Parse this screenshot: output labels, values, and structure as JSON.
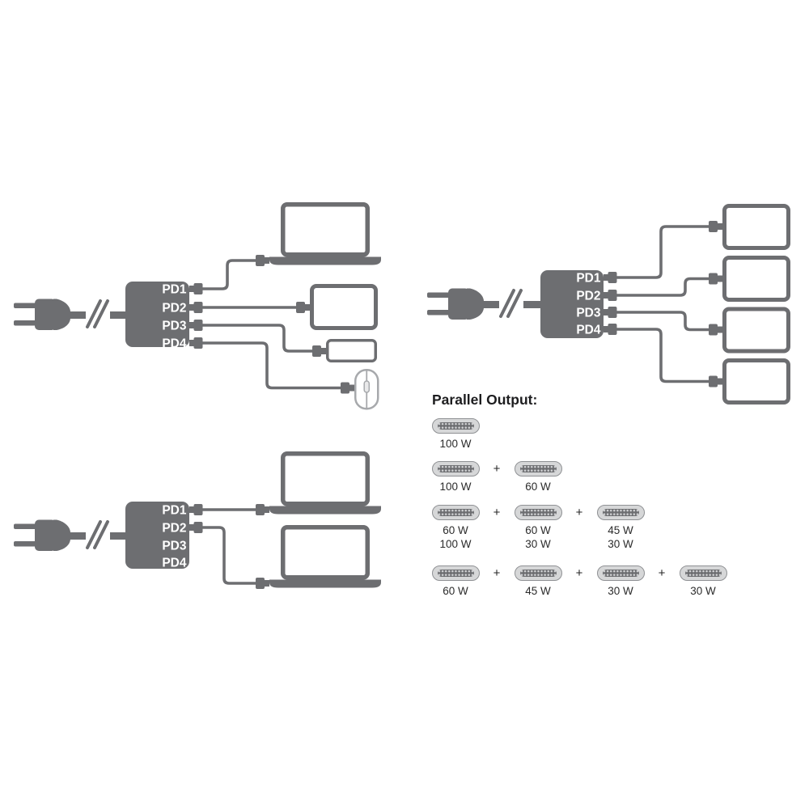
{
  "colors": {
    "primary_gray": "#6d6e71",
    "mouse_gray": "#a7a9ac",
    "connector_fill": "#d6d7d8",
    "connector_stroke": "#8f9194",
    "port_label_color": "#ffffff",
    "text_color": "#1d1d1f"
  },
  "diagrams": [
    {
      "name": "mixed-devices",
      "ports": [
        "PD1",
        "PD2",
        "PD3",
        "PD4"
      ],
      "devices": [
        "laptop-icon",
        "tablet-icon",
        "smartphone-icon",
        "mouse-icon"
      ]
    },
    {
      "name": "four-tablets",
      "ports": [
        "PD1",
        "PD2",
        "PD3",
        "PD4"
      ],
      "devices": [
        "tablet-icon",
        "tablet-icon",
        "tablet-icon",
        "tablet-icon"
      ]
    },
    {
      "name": "two-laptops",
      "ports": [
        "PD1",
        "PD2",
        "PD3",
        "PD4"
      ],
      "devices": [
        "laptop-icon",
        "laptop-icon"
      ]
    }
  ],
  "parallel_output": {
    "title": "Parallel Output:",
    "plus": "+",
    "rows": [
      {
        "items": [
          {
            "labels": [
              "100 W"
            ]
          }
        ]
      },
      {
        "items": [
          {
            "labels": [
              "100 W"
            ]
          },
          {
            "labels": [
              "60 W"
            ]
          }
        ]
      },
      {
        "items": [
          {
            "labels": [
              "60 W",
              "100 W"
            ]
          },
          {
            "labels": [
              "60 W",
              "30 W"
            ]
          },
          {
            "labels": [
              "45 W",
              "30 W"
            ]
          }
        ]
      },
      {
        "items": [
          {
            "labels": [
              "60 W"
            ]
          },
          {
            "labels": [
              "45 W"
            ]
          },
          {
            "labels": [
              "30 W"
            ]
          },
          {
            "labels": [
              "30 W"
            ]
          }
        ]
      }
    ]
  }
}
